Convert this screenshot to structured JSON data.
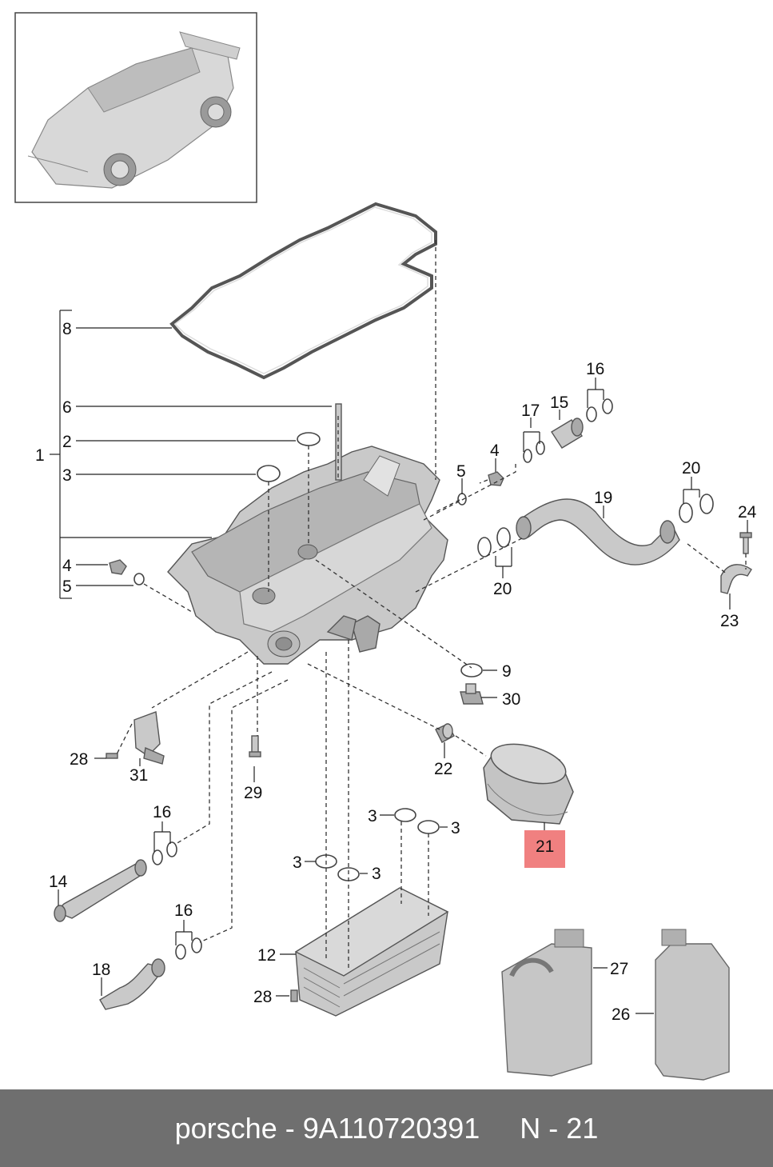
{
  "footer": {
    "brand": "porsche",
    "separator1": " - ",
    "part_number": "9A110720391",
    "gap": "     ",
    "ref_prefix": "N - ",
    "ref_number": "21"
  },
  "callouts": {
    "c1": "1",
    "c2": "2",
    "c3a": "3",
    "c4a": "4",
    "c4b": "4",
    "c5a": "5",
    "c5b": "5",
    "c6": "6",
    "c8": "8",
    "c9": "9",
    "c30": "30",
    "c28a": "28",
    "c31": "31",
    "c29": "29",
    "c22": "22",
    "c21": "21",
    "c16a": "16",
    "c16b": "16",
    "c16c": "16",
    "c17": "17",
    "c15": "15",
    "c19": "19",
    "c20a": "20",
    "c20b": "20",
    "c24": "24",
    "c23": "23",
    "c14": "14",
    "c18": "18",
    "c3b": "3",
    "c3c": "3",
    "c3d": "3",
    "c3e": "3",
    "c12": "12",
    "c28b": "28",
    "c27": "27",
    "c26": "26"
  },
  "highlight": {
    "part": "21",
    "color": "#f08080"
  }
}
